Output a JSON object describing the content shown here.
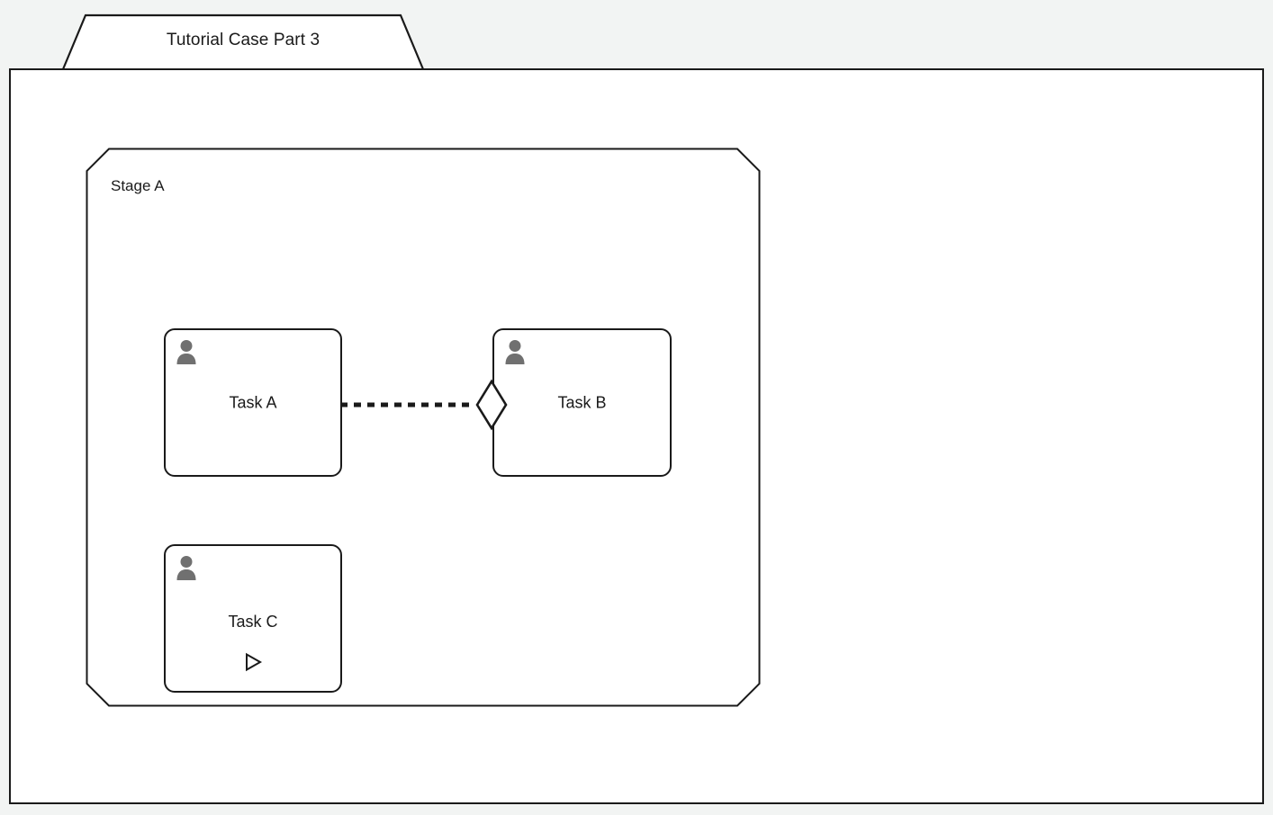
{
  "page": {
    "background_color": "#f2f4f3",
    "canvas_color": "#ffffff",
    "stroke_color": "#1a1a1a",
    "icon_color": "#707070"
  },
  "case_tab": {
    "title": "Tutorial Case Part 3",
    "shape": "trapezoid-tab"
  },
  "stage": {
    "label": "Stage A",
    "shape": "chamfered-rectangle"
  },
  "tasks": [
    {
      "id": "task-a",
      "label": "Task A",
      "role_icon": "person-icon",
      "has_play_marker": false
    },
    {
      "id": "task-b",
      "label": "Task B",
      "role_icon": "person-icon",
      "has_play_marker": false
    },
    {
      "id": "task-c",
      "label": "Task C",
      "role_icon": "person-icon",
      "has_play_marker": true,
      "play_icon": "play-triangle-icon"
    }
  ],
  "connectors": [
    {
      "id": "task-a-to-task-b",
      "from": "task-a",
      "to": "task-b",
      "style": "dashed",
      "end_marker": "diamond-hollow"
    }
  ]
}
